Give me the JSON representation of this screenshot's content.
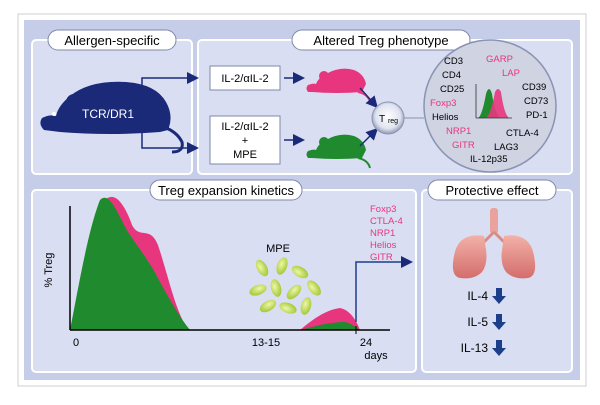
{
  "panels": {
    "allergen": {
      "title": "Allergen-specific"
    },
    "phenotype": {
      "title": "Altered Treg phenotype"
    },
    "kinetics": {
      "title": "Treg expansion kinetics"
    },
    "protective": {
      "title": "Protective effect"
    }
  },
  "mouse": {
    "label": "TCR/DR1"
  },
  "treatments": {
    "top": "IL-2/αIL-2",
    "bottom_line1": "IL-2/αIL-2",
    "bottom_line2": "+",
    "bottom_line3": "MPE"
  },
  "treg_cell": {
    "label_main": "T",
    "label_sub": "reg"
  },
  "markers": {
    "black": [
      "CD3",
      "CD4",
      "CD25",
      "Helios",
      "CD39",
      "CD73",
      "PD-1",
      "CTLA-4",
      "LAG3",
      "IL-12p35"
    ],
    "pink": [
      "GARP",
      "LAP",
      "Foxp3",
      "NRP1",
      "GITR"
    ]
  },
  "kinetics": {
    "ylabel": "% Treg",
    "x_ticks": [
      "0",
      "13-15",
      "24"
    ],
    "x_unit": "days",
    "mpe_label": "MPE",
    "upregulated_markers": [
      "Foxp3",
      "CTLA-4",
      "NRP1",
      "Helios",
      "GITR"
    ]
  },
  "protective": {
    "cytokines": [
      "IL-4",
      "IL-5",
      "IL-13"
    ],
    "arrow_icon": "down-arrow-icon",
    "organ_icon": "lungs-icon"
  },
  "colors": {
    "background": "#c5cde8",
    "panel": "#d9def2",
    "panel_border": "#ffffff",
    "mouse_navy": "#1a2a78",
    "pink": "#e8367e",
    "green": "#1f8a2e",
    "arrow_blue": "#1c3f8c",
    "lung": "#e58a86"
  }
}
